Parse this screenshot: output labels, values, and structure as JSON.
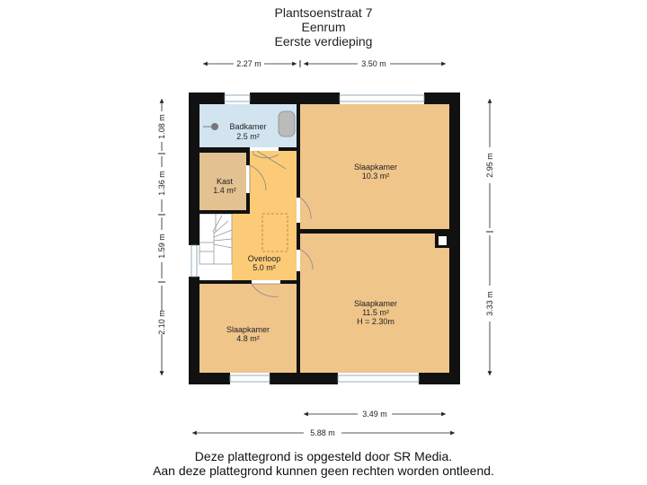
{
  "header": {
    "address": "Plantsoenstraat 7",
    "city": "Eenrum",
    "floor": "Eerste verdieping"
  },
  "dimensions": {
    "top_left": "2.27 m",
    "top_right": "3.50 m",
    "bottom_right": "3.49 m",
    "bottom_total": "5.88 m",
    "left_1": "1.08 m",
    "left_2": "1.36 m",
    "left_3": "1.59 m",
    "left_4": "2.10 m",
    "right_top": "2.95 m",
    "right_bottom": "3.33 m"
  },
  "rooms": {
    "badkamer": {
      "name": "Badkamer",
      "area": "2.5 m²"
    },
    "kast": {
      "name": "Kast",
      "area": "1.4 m²"
    },
    "overloop": {
      "name": "Overloop",
      "area": "5.0 m²"
    },
    "slaapkamer_top": {
      "name": "Slaapkamer",
      "area": "10.3 m²"
    },
    "slaapkamer_big": {
      "name": "Slaapkamer",
      "area": "11.5 m²",
      "height": "H = 2.30m"
    },
    "slaapkamer_small": {
      "name": "Slaapkamer",
      "area": "4.8 m²"
    }
  },
  "footer": {
    "line1": "Deze plattegrond is opgesteld door SR Media.",
    "line2": "Aan deze plattegrond kunnen geen rechten worden ontleend."
  },
  "colors": {
    "wall": "#111111",
    "room": "#EFC58A",
    "kast": "#E3C191",
    "overloop": "#FCCB77",
    "bath": "#D2E4F0",
    "window": "#B9D0DD"
  }
}
